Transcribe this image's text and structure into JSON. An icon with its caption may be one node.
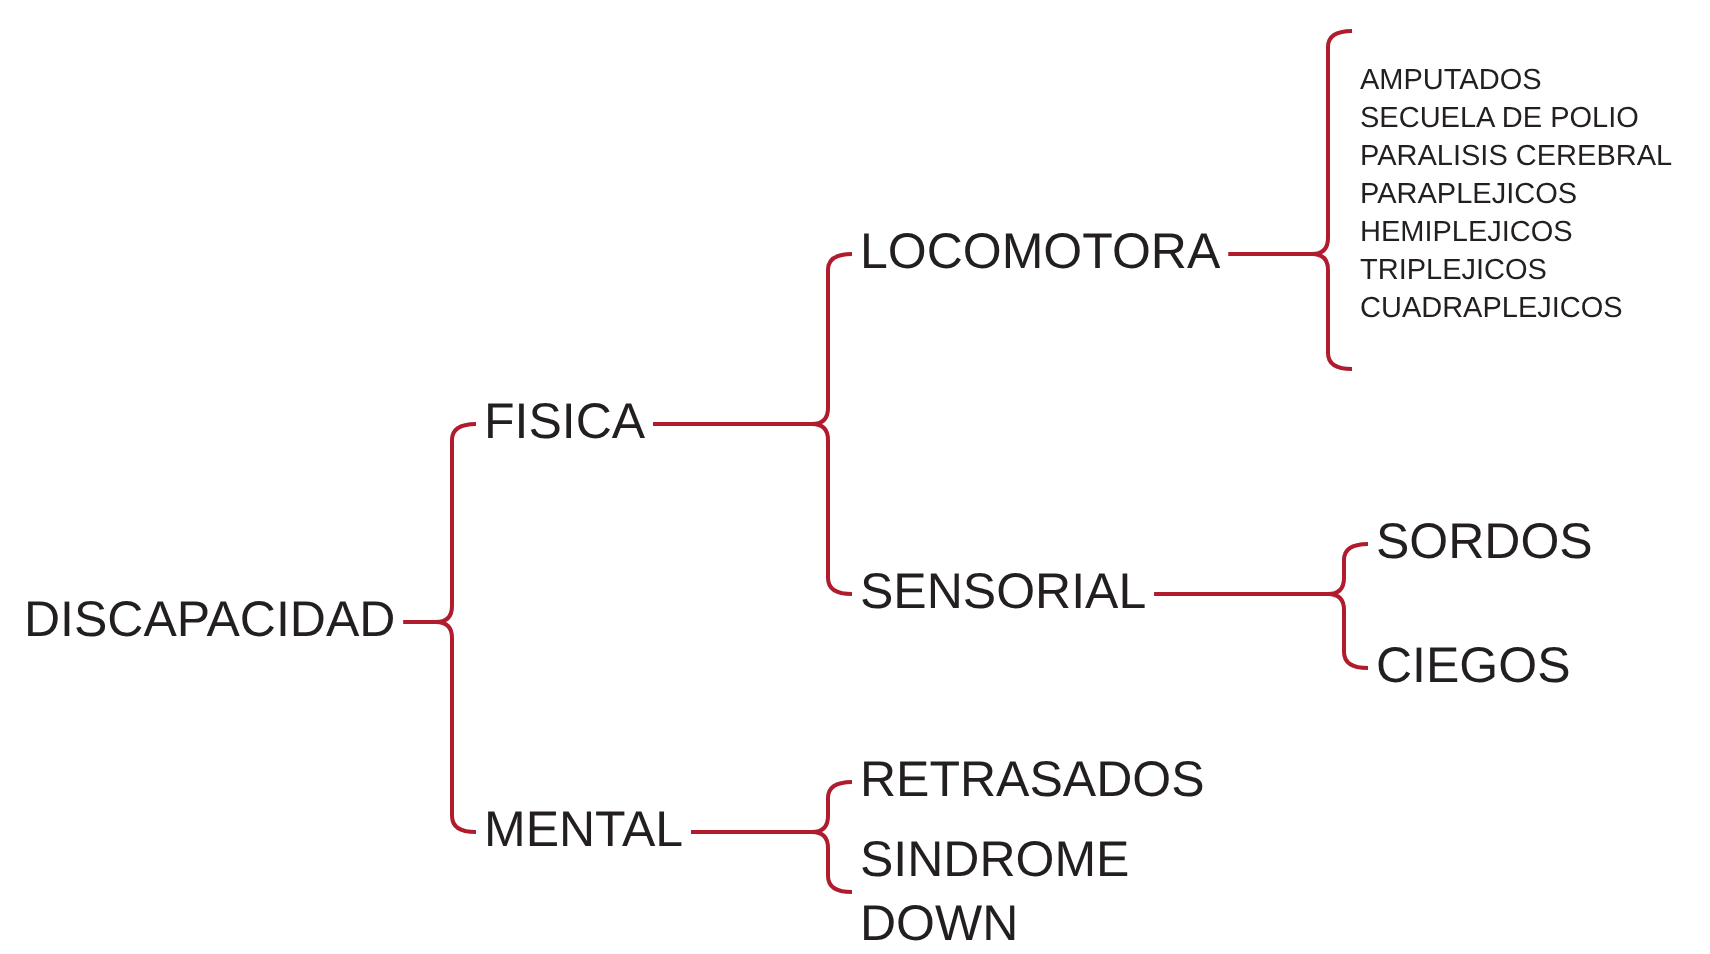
{
  "diagram": {
    "nodes": [
      {
        "text": [
          "DISCAPACIDAD"
        ]
      },
      {
        "text": [
          "FISICA"
        ]
      },
      {
        "text": [
          "MENTAL"
        ]
      },
      {
        "text": [
          "LOCOMOTORA"
        ]
      },
      {
        "text": [
          "SENSORIAL"
        ]
      },
      {
        "text": [
          "AMPUTADOS",
          "SECUELA DE POLIO",
          "PARALISIS CEREBRAL",
          "PARAPLEJICOS",
          "HEMIPLEJICOS",
          "TRIPLEJICOS",
          "CUADRAPLEJICOS"
        ]
      },
      {
        "text": [
          "SORDOS"
        ]
      },
      {
        "text": [
          "CIEGOS"
        ]
      },
      {
        "text": [
          "RETRASADOS"
        ]
      },
      {
        "text": [
          "SINDROME DOWN"
        ]
      }
    ],
    "edges": [
      {
        "from": 0,
        "to": 1,
        "arrow": "none"
      },
      {
        "from": 0,
        "to": 2,
        "arrow": "none"
      },
      {
        "from": 1,
        "to": 3,
        "arrow": "none"
      },
      {
        "from": 1,
        "to": 4,
        "arrow": "none"
      },
      {
        "from": 3,
        "to": 5,
        "arrow": "none"
      },
      {
        "from": 4,
        "to": 6,
        "arrow": "none"
      },
      {
        "from": 4,
        "to": 7,
        "arrow": "none"
      },
      {
        "from": 2,
        "to": 8,
        "arrow": "none"
      },
      {
        "from": 2,
        "to": 9,
        "arrow": "none"
      }
    ]
  }
}
